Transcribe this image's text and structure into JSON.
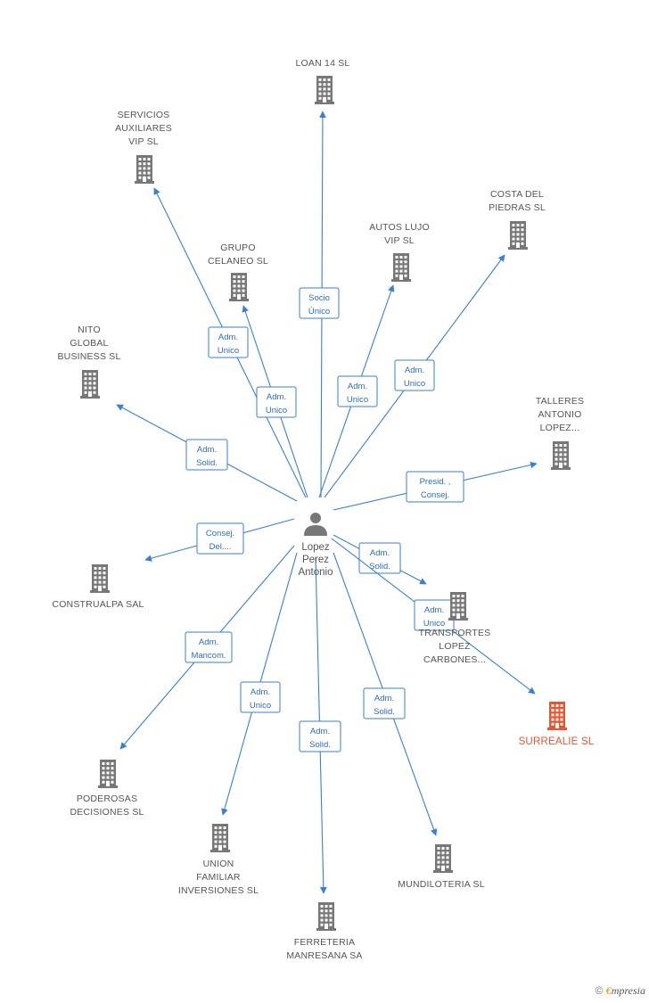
{
  "center": {
    "lines": [
      "Lopez",
      "Perez",
      "Antonio"
    ]
  },
  "nodes": [
    {
      "id": "loan",
      "lines": [
        "LOAN 14  SL"
      ],
      "color": "#777777"
    },
    {
      "id": "servicios",
      "lines": [
        "SERVICIOS",
        "AUXILIARES",
        "VIP SL"
      ],
      "color": "#777777"
    },
    {
      "id": "costa",
      "lines": [
        "COSTA DEL",
        "PIEDRAS SL"
      ],
      "color": "#777777"
    },
    {
      "id": "autos",
      "lines": [
        "AUTOS LUJO",
        "VIP SL"
      ],
      "color": "#777777"
    },
    {
      "id": "grupo",
      "lines": [
        "GRUPO",
        "CELANEO SL"
      ],
      "color": "#777777"
    },
    {
      "id": "nito",
      "lines": [
        "NITO",
        "GLOBAL",
        "BUSINESS SL"
      ],
      "color": "#777777"
    },
    {
      "id": "talleres",
      "lines": [
        "TALLERES",
        "ANTONIO",
        "LOPEZ..."
      ],
      "color": "#777777"
    },
    {
      "id": "construalpa",
      "lines": [
        "CONSTRUALPA SAL"
      ],
      "color": "#777777"
    },
    {
      "id": "transportes",
      "lines": [
        "TRANSPORTES",
        "LOPEZ",
        "CARBONES..."
      ],
      "color": "#777777"
    },
    {
      "id": "surrealie",
      "lines": [
        "SURREALIE SL"
      ],
      "color": "#e8552f"
    },
    {
      "id": "poderosas",
      "lines": [
        "PODEROSAS",
        "DECISIONES SL"
      ],
      "color": "#777777"
    },
    {
      "id": "union",
      "lines": [
        "UNION",
        "FAMILIAR",
        "INVERSIONES SL"
      ],
      "color": "#777777"
    },
    {
      "id": "mundiloteria",
      "lines": [
        "MUNDILOTERIA SL"
      ],
      "color": "#777777"
    },
    {
      "id": "ferreteria",
      "lines": [
        "FERRETERIA",
        "MANRESANA SA"
      ],
      "color": "#777777"
    }
  ],
  "edges": [
    {
      "to": "loan",
      "label": [
        "Socio",
        "Único"
      ]
    },
    {
      "to": "servicios",
      "label": [
        "Adm.",
        "Unico"
      ]
    },
    {
      "to": "grupo",
      "label": [
        "Adm.",
        "Unico"
      ]
    },
    {
      "to": "autos",
      "label": [
        "Adm.",
        "Unico"
      ]
    },
    {
      "to": "costa",
      "label": [
        "Adm.",
        "Unico"
      ]
    },
    {
      "to": "nito",
      "label": [
        "Adm.",
        "Solid."
      ]
    },
    {
      "to": "talleres",
      "label": [
        "Presid. ,",
        "Consej."
      ]
    },
    {
      "to": "construalpa",
      "label": [
        "Consej.",
        "Del...."
      ]
    },
    {
      "to": "transportes",
      "label": [
        "Adm.",
        "Solid."
      ]
    },
    {
      "to": "surrealie",
      "label": [
        "Adm.",
        "Unico"
      ]
    },
    {
      "to": "poderosas",
      "label": [
        "Adm.",
        "Mancom."
      ]
    },
    {
      "to": "union",
      "label": [
        "Adm.",
        "Unico"
      ]
    },
    {
      "to": "ferreteria",
      "label": [
        "Adm.",
        "Solid."
      ]
    },
    {
      "to": "mundiloteria",
      "label": [
        "Adm.",
        "Solid."
      ]
    }
  ],
  "footer": {
    "copyright": "©",
    "brand_initial": "€",
    "brand_rest": "mpresia"
  }
}
